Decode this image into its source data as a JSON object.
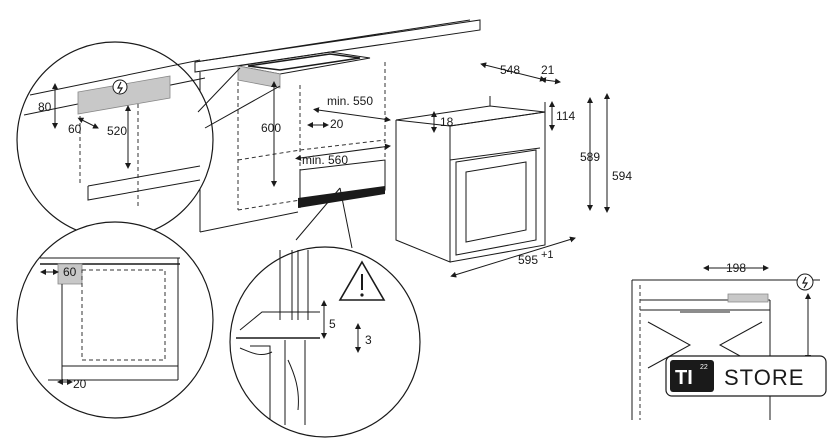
{
  "dimensions": {
    "d80": "80",
    "d60_top": "60",
    "d520": "520",
    "d600": "600",
    "d20_mid": "20",
    "min550": "min. 550",
    "min560": "min. 560",
    "d548": "548",
    "d21": "21",
    "d18": "18",
    "d114": "114",
    "d589": "589",
    "d594": "594",
    "d595": "595",
    "d595_tol": "+1",
    "d60_side": "60",
    "d20_bottom": "20",
    "d5": "5",
    "d3": "3",
    "d198": "198"
  },
  "badge": {
    "ti": "TI",
    "superscript": "22",
    "store": "STORE"
  },
  "icons": {
    "power": "power-warning-icon",
    "warning": "warning-triangle-icon"
  },
  "colors": {
    "line": "#1a1a1a",
    "highlight_grey": "#c8c8c8"
  }
}
